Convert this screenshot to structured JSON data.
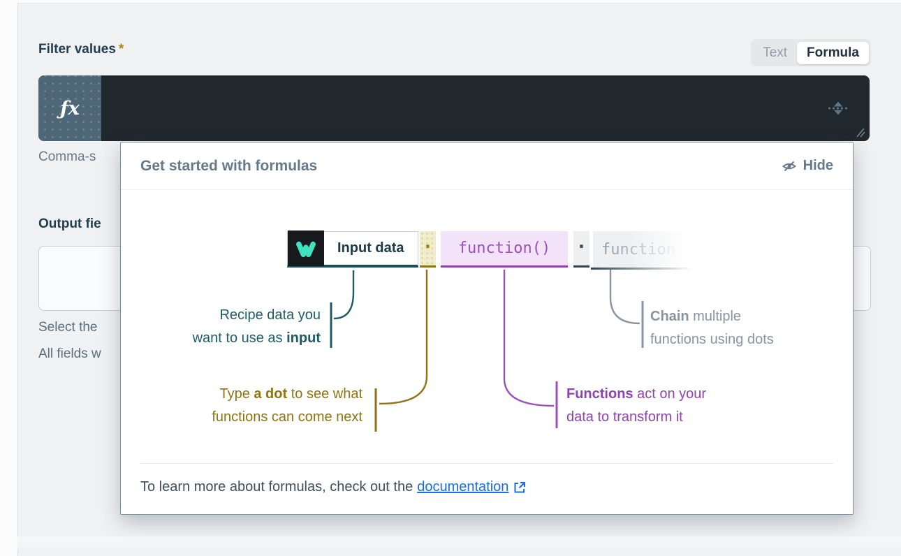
{
  "form": {
    "filter_label": "Filter values",
    "required_marker": "*",
    "mode_toggle": {
      "text_option": "Text",
      "formula_option": "Formula",
      "selected": "Formula"
    },
    "fx_badge": "ƒx",
    "formula_value": "",
    "filter_help_fragment": "Comma-s",
    "output_label_fragment": "Output fie",
    "output_help_fragment_1": "Select the",
    "output_help_fragment_2": "All fields w"
  },
  "popup": {
    "title": "Get started with formulas",
    "hide_label": "Hide",
    "diagram": {
      "input_chip_label": "Input data",
      "dot_1": ".",
      "function_chip_label": "function()",
      "dot_2": ".",
      "chained_function_label": "function",
      "annotations": {
        "input": {
          "l1_pre": "Recipe data you",
          "l2_pre": "want to use as ",
          "l2_bold": "input",
          "color": "#1e5b67"
        },
        "dot": {
          "l1_pre": "Type ",
          "l1_bold": "a dot",
          "l1_post": " to see what",
          "l2_pre": "functions can come next",
          "color": "#8d7414"
        },
        "function": {
          "l1_bold": "Functions",
          "l1_post": " act on your",
          "l2_pre": "data to transform it",
          "color": "#8d44ad"
        },
        "chain": {
          "l1_bold": "Chain",
          "l1_post": " multiple",
          "l2_pre": "functions using dots",
          "color": "#8a93a0"
        }
      }
    },
    "footer": {
      "text": "To learn more about formulas, check out the ",
      "link_label": "documentation"
    }
  },
  "icons": {
    "fx": "fx-badge-icon",
    "hide": "eye-off-icon",
    "external": "external-link-icon",
    "logo": "workato-logo-icon",
    "expander": "vertical-expand-icon",
    "resize": "resize-handle-icon"
  },
  "colors": {
    "workato_teal": "#3fe3c1",
    "input_connector": "#1e5b67",
    "dot_connector": "#8d7414",
    "function_connector": "#8d44ad",
    "chain_connector": "#8a93a0",
    "link_blue": "#1a6ee0",
    "editor_bg": "#20282e",
    "fx_box_bg": "#4d6778",
    "required_gold": "#ab8516"
  }
}
